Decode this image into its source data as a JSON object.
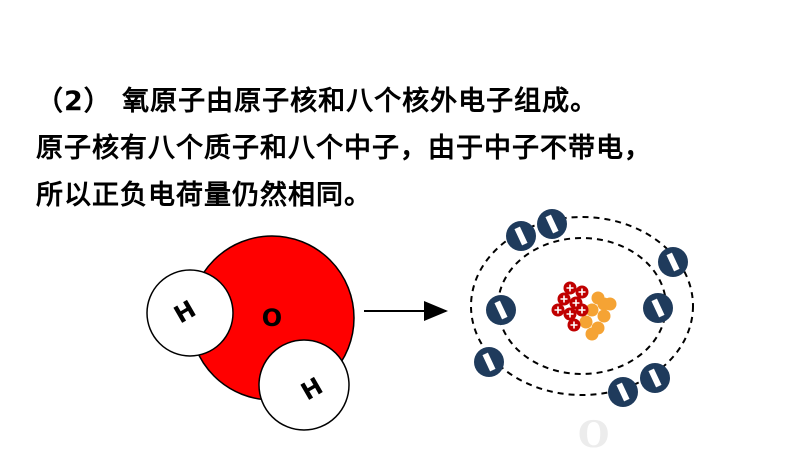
{
  "text": {
    "line1": "（2） 氧原子由原子核和八个核外电子组成。",
    "line2": "原子核有八个质子和八个中子，由于中子不带电，",
    "line3": "所以正负电荷量仍然相同。"
  },
  "molecule": {
    "oxygen_label": "O",
    "hydrogen_label": "H",
    "oxygen_color": "#ff0000",
    "hydrogen_color": "#ffffff"
  },
  "atom": {
    "electron_color": "#1f3b5c",
    "proton_color": "#c00000",
    "neutron_color": "#f5a334",
    "electron_count": 8,
    "proton_count": 8,
    "neutron_count": 8
  },
  "watermark": "O"
}
